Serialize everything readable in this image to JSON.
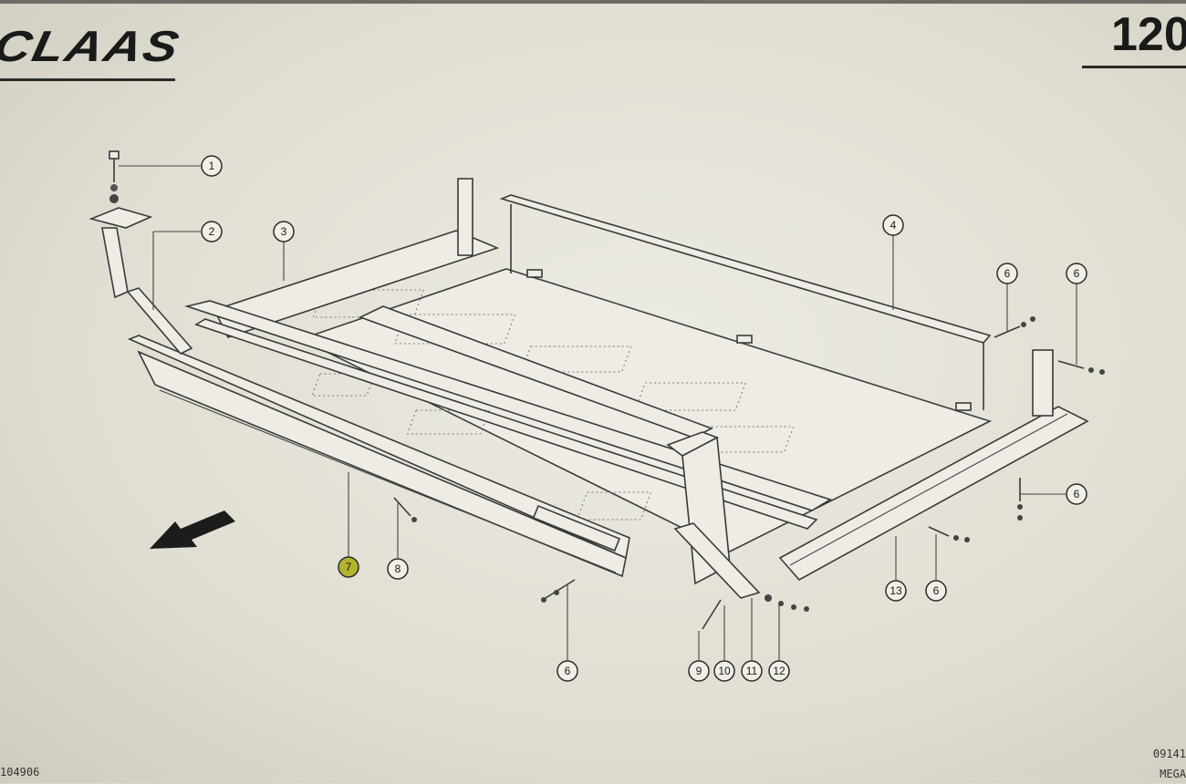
{
  "header": {
    "brand": "CLAAS",
    "page_number": "120"
  },
  "footer": {
    "code_left": "104906",
    "code_right_line1": "09141",
    "code_right_line2": "MEGA"
  },
  "callouts": [
    {
      "label": "1"
    },
    {
      "label": "2"
    },
    {
      "label": "3"
    },
    {
      "label": "4"
    },
    {
      "label": "6"
    },
    {
      "label": "6"
    },
    {
      "label": "6"
    },
    {
      "label": "13"
    },
    {
      "label": "6"
    },
    {
      "label": "7",
      "highlighted": true
    },
    {
      "label": "8"
    },
    {
      "label": "6"
    },
    {
      "label": "9"
    },
    {
      "label": "10"
    },
    {
      "label": "11"
    },
    {
      "label": "12"
    }
  ],
  "colors": {
    "paper": "#ecebe3",
    "ink": "#2a2a2a",
    "highlight": "#b5b22e"
  }
}
